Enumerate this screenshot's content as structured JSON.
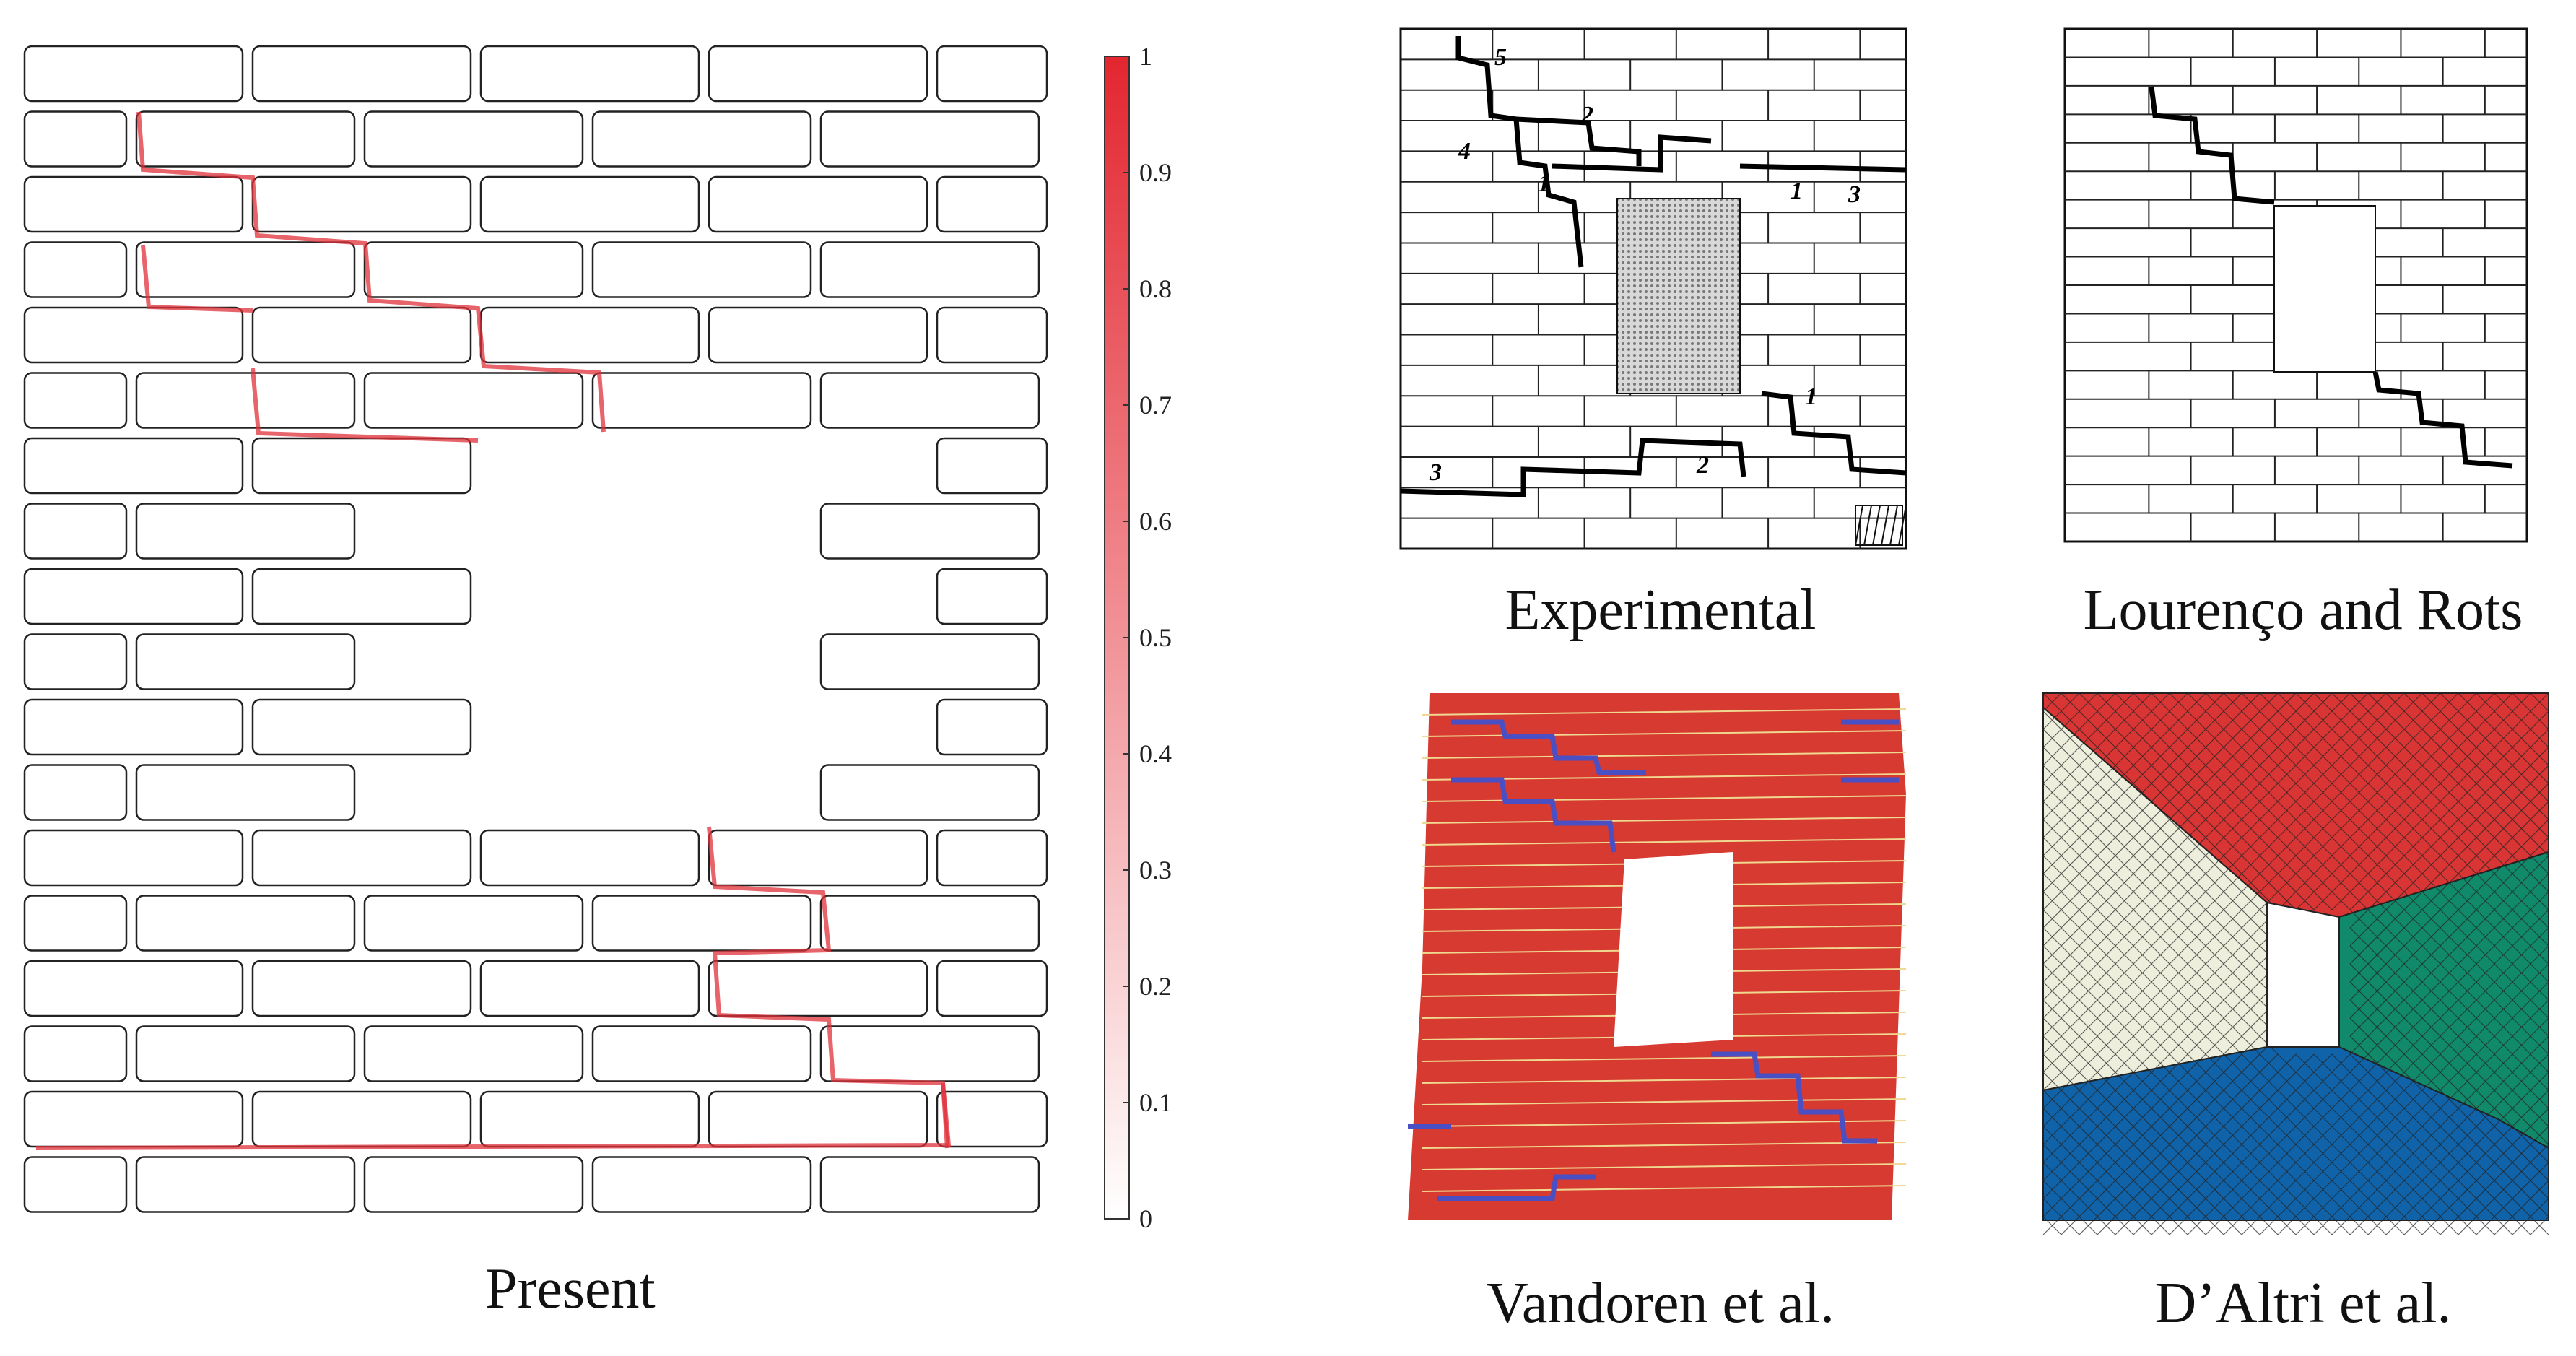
{
  "captions": {
    "present": "Present",
    "experimental": "Experimental",
    "lourenco": "Lourenço and Rots",
    "vandoren": "Vandoren et al.",
    "daltri": "D’Altri et al."
  },
  "colorbar": {
    "ticks": [
      "0",
      "0.1",
      "0.2",
      "0.3",
      "0.4",
      "0.5",
      "0.6",
      "0.7",
      "0.8",
      "0.9",
      "1"
    ],
    "color_max": "#e32630",
    "color_min": "#ffffff"
  },
  "experimental_labels": [
    "5",
    "4",
    "2",
    "1",
    "1",
    "3",
    "1",
    "3",
    "2"
  ],
  "colors": {
    "crack_red": "#e0303a",
    "vandoren_brick": "#d63a30",
    "vandoren_crack": "#4a4fc4",
    "daltri_red": "#d93535",
    "daltri_beige": "#eeeedd",
    "daltri_green": "#108a6a",
    "daltri_blue": "#1063a8"
  }
}
